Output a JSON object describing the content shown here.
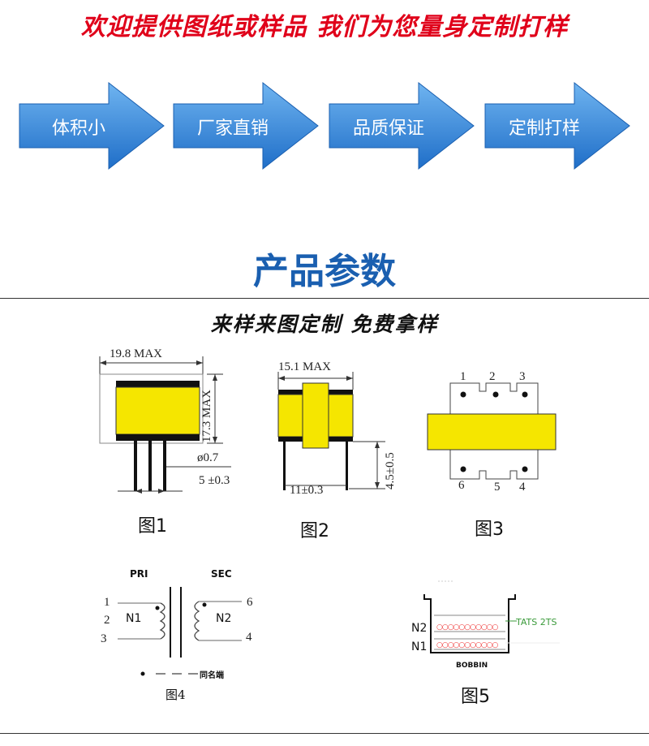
{
  "banner": "欢迎提供图纸或样品 我们为您量身定制打样",
  "steps": [
    "体积小",
    "厂家直销",
    "品质保证",
    "定制打样"
  ],
  "section_title": "产品参数",
  "subtitle": "来样来图定制 免费拿样",
  "fig1": {
    "caption": "图1",
    "width": "19.8",
    "height": "17.3",
    "max": "MAX",
    "pin_dia": "ø0.7",
    "pitch": "5 ±0.3"
  },
  "fig2": {
    "caption": "图2",
    "width": "15.1",
    "max": "MAX",
    "height": "4.5±0.5",
    "span": "11±0.3"
  },
  "fig3": {
    "caption": "图3",
    "pin1": "1",
    "pin2": "2",
    "pin3": "3",
    "pin4": "4",
    "pin5": "5",
    "pin6": "6"
  },
  "fig4": {
    "caption": "图4",
    "pri": "PRI",
    "sec": "SEC",
    "n1": "N1",
    "n2": "N2",
    "p1": "1",
    "p2": "2",
    "p3": "3",
    "p4": "4",
    "p6": "6",
    "legend": "同名端"
  },
  "fig5": {
    "caption": "图5",
    "n2": "N2",
    "n1": "N1",
    "bobbin": "BOBBIN",
    "tape": "TATS 2TS"
  },
  "colors": {
    "banner_red": "#e0001a",
    "arrow_blue": "#2a7fd4",
    "title_blue": "#1a5fb0",
    "core_yellow": "#f5e600"
  }
}
